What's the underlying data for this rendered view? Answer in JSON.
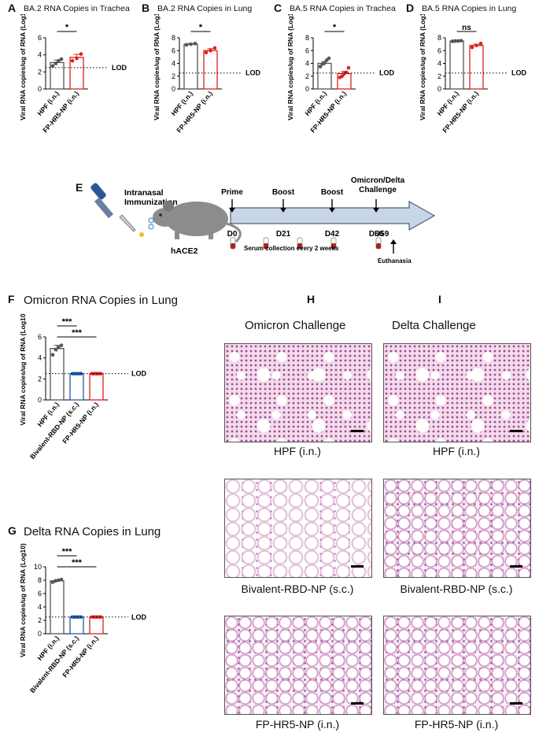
{
  "panels": {
    "A": {
      "letter": "A",
      "title": "BA.2 RNA Copies in Trachea"
    },
    "B": {
      "letter": "B",
      "title": "BA.2 RNA Copies in Lung"
    },
    "C": {
      "letter": "C",
      "title": "BA.5 RNA Copies in Trachea"
    },
    "D": {
      "letter": "D",
      "title": "BA.5 RNA Copies in Lung"
    },
    "E": {
      "letter": "E"
    },
    "F": {
      "letter": "F",
      "title": "Omicron RNA Copies in Lung"
    },
    "G": {
      "letter": "G",
      "title": "Delta RNA Copies in Lung"
    },
    "H": {
      "letter": "H",
      "title": "Omicron Challenge"
    },
    "I": {
      "letter": "I",
      "title": "Delta Challenge"
    }
  },
  "colors": {
    "gray": "#555555",
    "red": "#e0201b",
    "blue": "#1f5ea8"
  },
  "chart_data": [
    {
      "id": "A",
      "type": "bar",
      "ylabel": "Viral RNA copies/ug of RNA (Log10)",
      "ylim": [
        0,
        6
      ],
      "yticks": [
        0,
        2,
        4,
        6
      ],
      "categories": [
        "HPF (i.n.)",
        "FP-HR5-NP (i.n.)"
      ],
      "values": [
        3.1,
        3.7
      ],
      "errors": [
        0.3,
        0.35
      ],
      "points": [
        [
          2.7,
          3.0,
          3.3,
          3.5
        ],
        [
          3.3,
          3.6,
          4.1
        ]
      ],
      "colors": [
        "#555555",
        "#e0201b"
      ],
      "lod": 2.5,
      "lod_label": "LOD",
      "sig": [
        {
          "from": 0,
          "to": 1,
          "label": "*"
        }
      ]
    },
    {
      "id": "B",
      "type": "bar",
      "ylabel": "Viral RNA copies/ug of RNA (Log10)",
      "ylim": [
        0,
        8
      ],
      "yticks": [
        0,
        2,
        4,
        6,
        8
      ],
      "categories": [
        "HPF (i.n.)",
        "FP-HR5-NP (i.n.)"
      ],
      "values": [
        7.0,
        6.0
      ],
      "errors": [
        0.1,
        0.3
      ],
      "points": [
        [
          6.9,
          7.0,
          7.1
        ],
        [
          5.7,
          6.0,
          6.4
        ]
      ],
      "colors": [
        "#555555",
        "#e0201b"
      ],
      "lod": 2.5,
      "lod_label": "LOD",
      "sig": [
        {
          "from": 0,
          "to": 1,
          "label": "*"
        }
      ]
    },
    {
      "id": "C",
      "type": "bar",
      "ylabel": "Viral RNA copies/ug of RNA (Log10)",
      "ylim": [
        0,
        8
      ],
      "yticks": [
        0,
        2,
        4,
        6,
        8
      ],
      "categories": [
        "HPF (i.n.)",
        "FP-HR5-NP (i.n.)"
      ],
      "values": [
        4.0,
        2.4
      ],
      "errors": [
        0.3,
        0.35
      ],
      "points": [
        [
          3.5,
          3.9,
          4.1,
          4.5,
          4.8
        ],
        [
          1.8,
          2.0,
          2.4,
          2.6,
          3.3
        ]
      ],
      "colors": [
        "#555555",
        "#e0201b"
      ],
      "lod": 2.5,
      "lod_label": "LOD",
      "sig": [
        {
          "from": 0,
          "to": 1,
          "label": "*"
        }
      ]
    },
    {
      "id": "D",
      "type": "bar",
      "ylabel": "Viral RNA copies/ug of RNA (Log10)",
      "ylim": [
        0,
        8
      ],
      "yticks": [
        0,
        2,
        4,
        6,
        8
      ],
      "categories": [
        "HPF (i.n.)",
        "FP-HR5-NP (i.n.)"
      ],
      "values": [
        7.5,
        6.8
      ],
      "errors": [
        0.05,
        0.2
      ],
      "points": [
        [
          7.45,
          7.5,
          7.5,
          7.55
        ],
        [
          6.5,
          6.8,
          7.1
        ]
      ],
      "colors": [
        "#555555",
        "#e0201b"
      ],
      "lod": 2.5,
      "lod_label": "LOD",
      "sig": [
        {
          "from": 0,
          "to": 1,
          "label": "ns"
        }
      ]
    },
    {
      "id": "F",
      "type": "bar",
      "ylabel": "Viral RNA copies/ug of RNA (Log10)",
      "ylim": [
        0,
        6
      ],
      "yticks": [
        0,
        2,
        4,
        6
      ],
      "categories": [
        "HPF (i.n.)",
        "Bivalent-RBD-NP (s.c.)",
        "FP-HR5-NP (i.n.)"
      ],
      "values": [
        4.9,
        2.5,
        2.5
      ],
      "errors": [
        0.3,
        0,
        0
      ],
      "points": [
        [
          4.3,
          4.8,
          5.0,
          5.2
        ],
        [
          2.5,
          2.5,
          2.5,
          2.5,
          2.5
        ],
        [
          2.5,
          2.5,
          2.5,
          2.5,
          2.5
        ]
      ],
      "colors": [
        "#555555",
        "#1f5ea8",
        "#e0201b"
      ],
      "lod": 2.5,
      "lod_label": "LOD",
      "sig": [
        {
          "from": 0,
          "to": 1,
          "label": "***"
        },
        {
          "from": 0,
          "to": 2,
          "label": "***"
        }
      ]
    },
    {
      "id": "G",
      "type": "bar",
      "ylabel": "Viral RNA copies/ug of RNA (Log10)",
      "ylim": [
        0,
        10
      ],
      "yticks": [
        0,
        2,
        4,
        6,
        8,
        10
      ],
      "categories": [
        "HPF (i.n.)",
        "Bivalent-RBD-NP (s.c.)",
        "FP-HR5-NP (i.n.)"
      ],
      "values": [
        7.9,
        2.5,
        2.5
      ],
      "errors": [
        0.15,
        0,
        0
      ],
      "points": [
        [
          7.7,
          7.9,
          8.0,
          8.1
        ],
        [
          2.5,
          2.5,
          2.5,
          2.5,
          2.5
        ],
        [
          2.5,
          2.5,
          2.5,
          2.5,
          2.5
        ]
      ],
      "colors": [
        "#555555",
        "#1f5ea8",
        "#e0201b"
      ],
      "lod": 2.5,
      "lod_label": "LOD",
      "sig": [
        {
          "from": 0,
          "to": 1,
          "label": "***"
        },
        {
          "from": 0,
          "to": 2,
          "label": "***"
        }
      ]
    }
  ],
  "schematic": {
    "immunization": "Intranasal\nImmunization",
    "mouse": "hACE2",
    "events": [
      {
        "label": "Prime",
        "day": "D0"
      },
      {
        "label": "Boost",
        "day": "D21"
      },
      {
        "label": "Boost",
        "day": "D42"
      },
      {
        "label": "Omicron/Delta\nChallenge",
        "day": "D56"
      }
    ],
    "end_day": "D59",
    "serum": "Serum collection every 2 weeks",
    "euthanasia": "Euthanasia"
  },
  "histology": {
    "rows": [
      "HPF (i.n.)",
      "Bivalent-RBD-NP (s.c.)",
      "FP-HR5-NP (i.n.)"
    ]
  }
}
